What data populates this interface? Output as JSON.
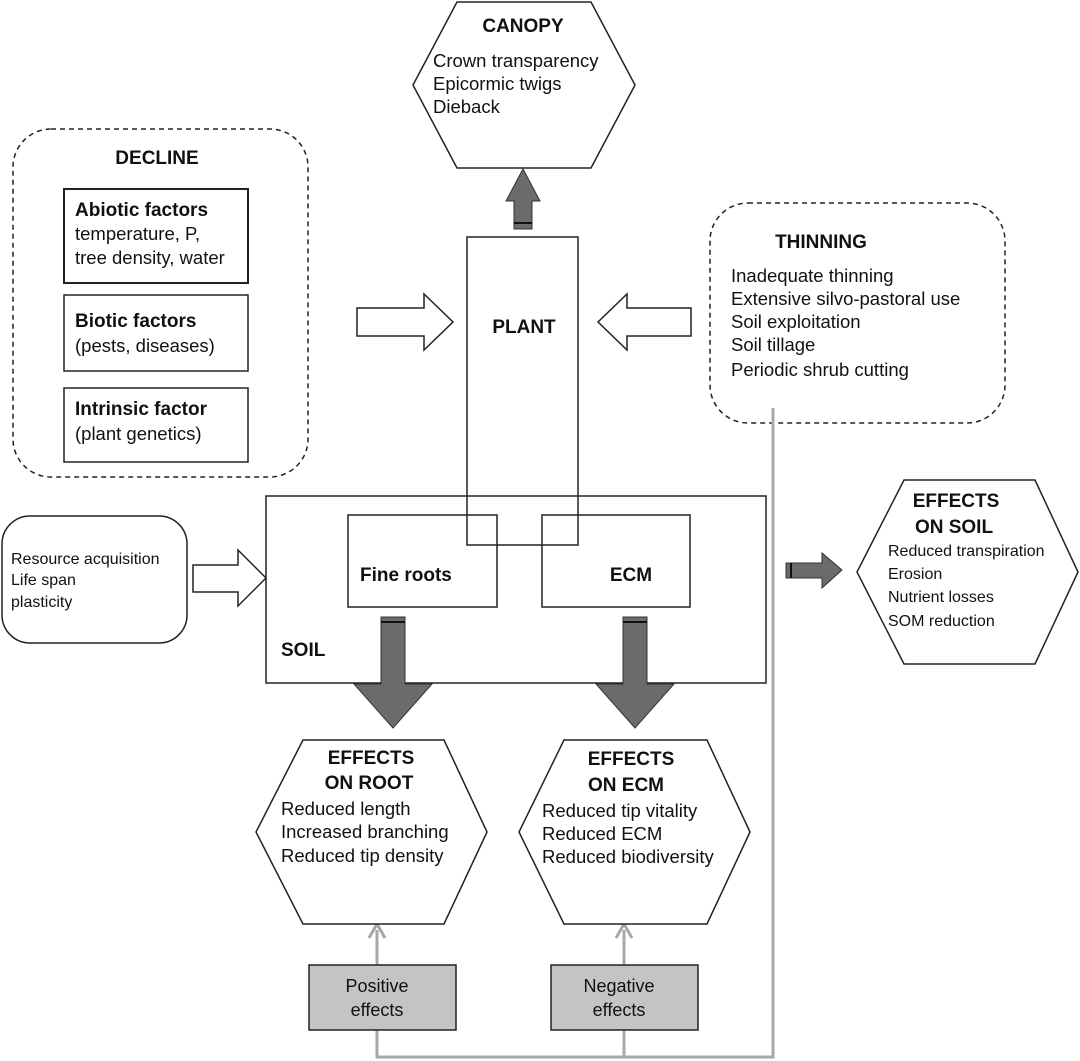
{
  "canopy": {
    "title": "CANOPY",
    "items": [
      "Crown transparency",
      "Epicormic twigs",
      "Dieback"
    ]
  },
  "decline": {
    "title": "DECLINE",
    "abiotic": {
      "heading": "Abiotic factors",
      "lines": [
        "temperature, P,",
        "tree density, water"
      ]
    },
    "biotic": {
      "heading": "Biotic factors",
      "lines": [
        "(pests, diseases)"
      ]
    },
    "intrinsic": {
      "heading": "Intrinsic factor",
      "lines": [
        "(plant genetics)"
      ]
    }
  },
  "thinning": {
    "title": "THINNING",
    "items": [
      "Inadequate thinning",
      "Extensive silvo-pastoral use",
      "Soil exploitation",
      "Soil tillage",
      "Periodic shrub cutting"
    ]
  },
  "plant": {
    "label": "PLANT"
  },
  "soil": {
    "label": "SOIL",
    "fine_roots": "Fine roots",
    "ecm": "ECM"
  },
  "traits": {
    "items": [
      "Resource acquisition",
      "Life span",
      "plasticity"
    ]
  },
  "effects_soil": {
    "title_lines": [
      "EFFECTS",
      "ON SOIL"
    ],
    "items": [
      "Reduced transpiration",
      "Erosion",
      "Nutrient losses",
      "SOM reduction"
    ]
  },
  "effects_root": {
    "title_lines": [
      "EFFECTS",
      "ON ROOT"
    ],
    "items": [
      "Reduced length",
      "Increased branching",
      "Reduced tip density"
    ]
  },
  "effects_ecm": {
    "title_lines": [
      "EFFECTS",
      "ON ECM"
    ],
    "items": [
      "Reduced tip vitality",
      "Reduced ECM",
      "Reduced biodiversity"
    ]
  },
  "positive": {
    "lines": [
      "Positive",
      "effects"
    ]
  },
  "negative": {
    "lines": [
      "Negative",
      "effects"
    ]
  },
  "colors": {
    "dark_arrow": "#6b6b6b",
    "grey_line": "#a8a8a8",
    "grey_box": "#c4c4c4",
    "stroke": "#222222"
  }
}
